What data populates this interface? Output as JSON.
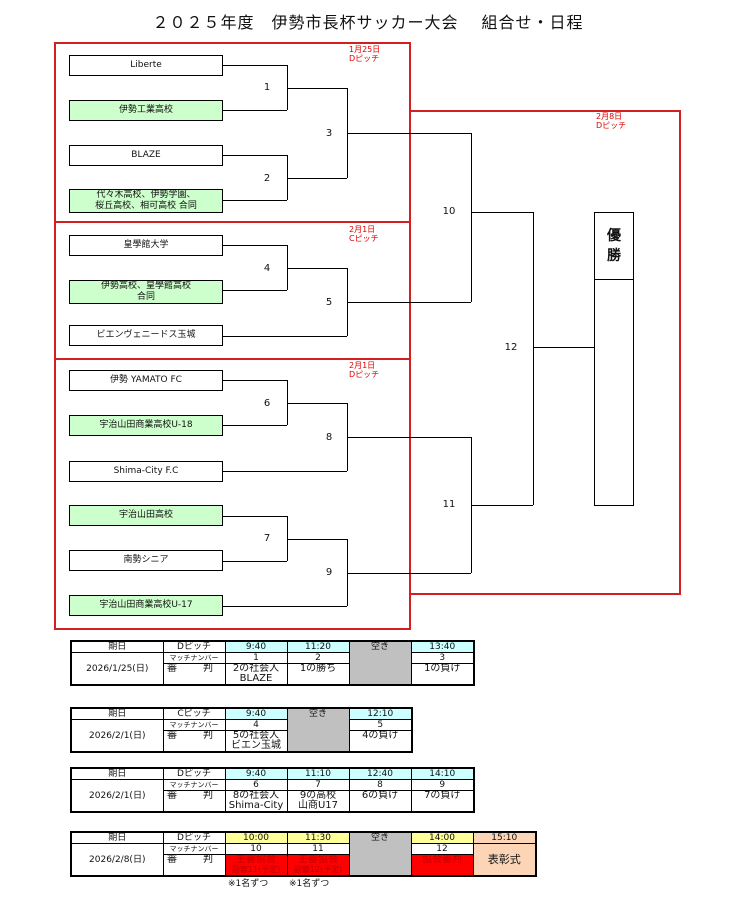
{
  "title": "２０２５年度　伊勢市長杯サッカー大会　 組合せ・日程",
  "bracket": {
    "groups": [
      {
        "date": "1月25日",
        "pitch": "Dピッチ"
      },
      {
        "date": "2月1日",
        "pitch": "Cピッチ"
      },
      {
        "date": "2月1日",
        "pitch": "Dピッチ"
      },
      {
        "date": "2月8日",
        "pitch": "Dピッチ"
      }
    ],
    "teams": [
      {
        "name": "Liberte",
        "highlight": false
      },
      {
        "name": "伊勢工業高校",
        "highlight": true
      },
      {
        "name": "BLAZE",
        "highlight": false
      },
      {
        "name": "代々木高校、伊勢学園、",
        "name2": "桜丘高校、相可高校 合同",
        "highlight": true
      },
      {
        "name": "皇學館大学",
        "highlight": false
      },
      {
        "name": "伊勢高校、皇學館高校",
        "name2": "合同",
        "highlight": true
      },
      {
        "name": "ビエンヴェニードス玉城",
        "highlight": false
      },
      {
        "name": "伊勢 YAMATO FC",
        "highlight": false
      },
      {
        "name": "宇治山田商業高校U-18",
        "highlight": true
      },
      {
        "name": "Shima-City F.C",
        "highlight": false
      },
      {
        "name": "宇治山田高校",
        "highlight": true
      },
      {
        "name": "南勢シニア",
        "highlight": false
      },
      {
        "name": "宇治山田商業高校U-17",
        "highlight": true
      }
    ],
    "matches": [
      "1",
      "2",
      "3",
      "4",
      "5",
      "6",
      "7",
      "8",
      "9",
      "10",
      "11",
      "12"
    ],
    "champion": [
      "優",
      "勝"
    ]
  },
  "schedules": [
    {
      "header": [
        "期日",
        "Dピッチ",
        "9:40",
        "11:20",
        "空き",
        "13:40"
      ],
      "date": "2026/1/25(日)",
      "match_label": "マッチナンバー",
      "ref_label": "審　判",
      "matches": [
        "1",
        "2",
        "",
        "3"
      ],
      "refs": [
        [
          "2の社会人",
          "BLAZE"
        ],
        [
          "1の勝ち",
          ""
        ],
        [
          "",
          ""
        ],
        [
          "1の負け",
          ""
        ]
      ]
    },
    {
      "header": [
        "期日",
        "Cピッチ",
        "9:40",
        "空き",
        "12:10"
      ],
      "date": "2026/2/1(日)",
      "match_label": "マッチナンバー",
      "ref_label": "審　判",
      "matches": [
        "4",
        "",
        "5"
      ],
      "refs": [
        [
          "5の社会人",
          "ビエン玉城"
        ],
        [
          "",
          ""
        ],
        [
          "4の負け",
          ""
        ]
      ]
    },
    {
      "header": [
        "期日",
        "Dピッチ",
        "9:40",
        "11:10",
        "12:40",
        "14:10"
      ],
      "date": "2026/2/1(日)",
      "match_label": "マッチナンバー",
      "ref_label": "審　判",
      "matches": [
        "6",
        "7",
        "8",
        "9"
      ],
      "refs": [
        [
          "8の社会人",
          "Shima-City"
        ],
        [
          "9の高校",
          "山商U17"
        ],
        [
          "6の負け",
          ""
        ],
        [
          "7の負け",
          ""
        ]
      ]
    },
    {
      "header": [
        "期日",
        "Dピッチ",
        "10:00",
        "11:30",
        "空き",
        "14:00",
        "15:10"
      ],
      "date": "2026/2/8(日)",
      "match_label": "マッチナンバー",
      "ref_label": "審　判",
      "matches": [
        "10",
        "11",
        "",
        "12"
      ],
      "refs": [
        [
          "主審協会",
          "副審11(予定)"
        ],
        [
          "主審協会",
          "副審12(予定)"
        ],
        [
          "",
          ""
        ],
        [
          "協会審判",
          ""
        ]
      ],
      "ceremony": "表彰式",
      "notes": [
        "※1名ずつ",
        "※1名ずつ"
      ]
    }
  ],
  "colors": {
    "red": "#d21f1f",
    "team_highlight": "#ccffcc",
    "time_cyan": "#ccffff",
    "time_yellow": "#ffff99",
    "ceremony": "#fbd5b5",
    "empty": "#c0c0c0",
    "referee_red": "#ff0000"
  }
}
